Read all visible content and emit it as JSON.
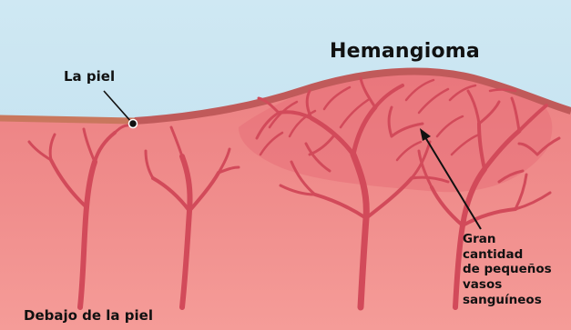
{
  "diagram": {
    "title": "Hemangioma",
    "labels": {
      "skin": "La piel",
      "under_skin": "Debajo de la piel",
      "vessels_lines": [
        "Gran",
        "cantidad",
        "de pequeños",
        "vasos",
        "sanguíneos"
      ]
    },
    "colors": {
      "sky": "#c5e2ef",
      "skin_surface": "#c26a52",
      "tissue": "#ef8a88",
      "vessels": "#d24a5a",
      "text": "#111111"
    }
  }
}
